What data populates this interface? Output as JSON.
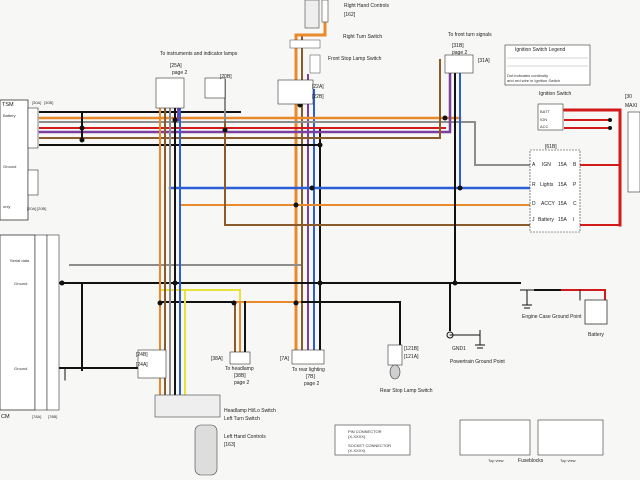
{
  "labels": {
    "right_hand_controls": "Right Hand Controls",
    "right_hand_controls_ref": "[162]",
    "right_turn_switch": "Right Turn Switch",
    "front_stop_lamp_switch": "Front Stop Lamp Switch",
    "to_instruments": "To instruments and indicator lamps",
    "to_instruments_ref": "[25A]",
    "to_instruments_page": "page 2",
    "conn_20b": "[20B]",
    "conn_22a": "[22A]",
    "conn_22b": "[22B]",
    "to_front_turn": "To front turn signals",
    "to_front_turn_ref": "[31B]",
    "to_front_turn_page": "page 2",
    "conn_31a": "[31A]",
    "ign_legend_title": "Ignition Switch Legend",
    "ign_legend_line1": "Dot indicates continuity",
    "ign_legend_line2": "and red wire in Ignition Switch",
    "ignition_switch": "Ignition Switch",
    "ign_bat": "BATT",
    "ign_ign": "IGN",
    "ign_acc": "ACC",
    "conn_30": "[30",
    "maxi": "MAXI",
    "conn_61b": "[61B]",
    "fuse_ign_letter": "A",
    "fuse_ign": "IGN",
    "fuse_ign_amp": "15A",
    "fuse_ign_pin": "B",
    "fuse_lights_letter": "R",
    "fuse_lights": "Lights",
    "fuse_lights_amp": "15A",
    "fuse_lights_pin": "P",
    "fuse_accy_letter": "D",
    "fuse_accy": "ACCY",
    "fuse_accy_amp": "15A",
    "fuse_accy_pin": "C",
    "fuse_battery_letter": "J",
    "fuse_battery": "Battery",
    "fuse_battery_amp": "15A",
    "fuse_battery_pin": "I",
    "tsm": "TSM",
    "conn_30a": "[30A]",
    "conn_30b": "[30B]",
    "tsm_battery": "Battery",
    "tsm_ground": "Ground",
    "conn_20a": "[20A]",
    "conn_20b2": "[20B]",
    "tsm_only": "only",
    "ecm_serial": "Serial data",
    "ecm_ground1": "Ground",
    "ecm_ground2": "Ground",
    "ecm": "CM",
    "conn_78a": "[78A]",
    "conn_78b": "[78B]",
    "conn_24b": "[24B]",
    "conn_24a": "[24A]",
    "headlamp_hilo": "Headlamp Hi/Lo Switch",
    "left_turn": "Left Turn Switch",
    "left_hand_controls": "Left Hand Controls",
    "left_hand_controls_ref": "[163]",
    "conn_38a": "[38A]",
    "to_headlamp": "To headlamp",
    "to_headlamp_ref": "[38B]",
    "to_headlamp_page": "page 2",
    "conn_7a": "[7A]",
    "to_rear_lighting": "To rear lighting",
    "to_rear_lighting_ref": "[7B]",
    "to_rear_lighting_page": "page 2",
    "conn_121b": "[121B]",
    "conn_121a": "[121A]",
    "rear_stop_lamp": "Rear Stop Lamp Switch",
    "gnd1": "GND1",
    "powertrain_ground": "Powertrain Ground Point",
    "engine_case_ground": "Engine Case Ground Point",
    "battery": "Battery",
    "legend_pin": "PIN CONNECTOR",
    "legend_pin_ref": "(X-XXXX)",
    "legend_socket": "SOCKET CONNECTOR",
    "legend_socket_ref": "(X-XXXX)",
    "fuseblocks": "Fuseblocks",
    "top_view1": "Top view",
    "top_view2": "Top view"
  },
  "colors": {
    "orange": "#e8892b",
    "brown": "#8a5a2b",
    "violet": "#7b3fa0",
    "blue": "#2b5fd8",
    "red": "#d21a1a",
    "black": "#111111",
    "gray": "#8d8d8d",
    "yellow": "#e9e23a",
    "white": "#ffffff",
    "green": "#3a9a3a"
  }
}
